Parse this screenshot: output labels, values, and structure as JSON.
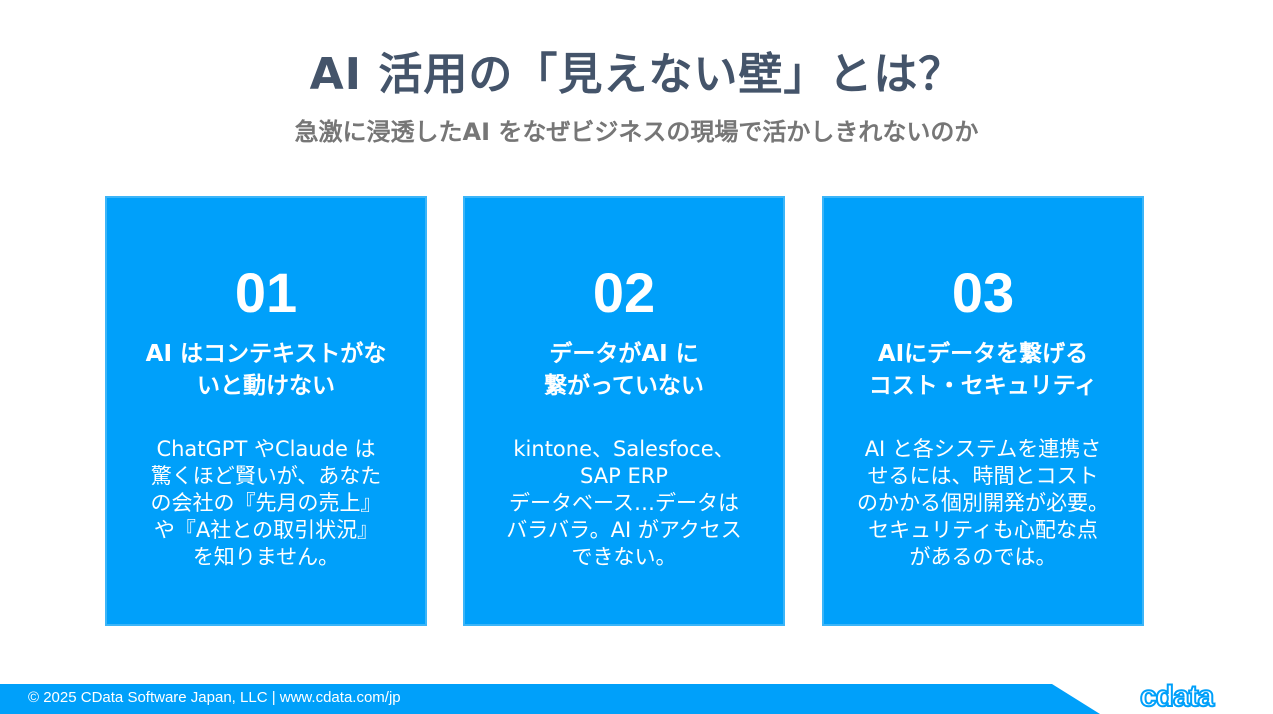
{
  "title": "AI 活用の「見えない壁」とは？",
  "subtitle": "急激に浸透したAI をなぜビジネスの現場で活かしきれないのか",
  "cards": [
    {
      "number": "01",
      "heading": [
        "AI はコンテキストがな",
        "いと動けない"
      ],
      "body": [
        "ChatGPT やClaude は",
        "驚くほど賢いが、あなた",
        "の会社の『先月の売上』",
        "や『A社との取引状況』",
        "を知りません。"
      ]
    },
    {
      "number": "02",
      "heading": [
        "データがAI に",
        "繋がっていない"
      ],
      "body": [
        "kintone、Salesfoce、",
        "SAP ERP",
        "データベース…データは",
        "バラバラ。AI がアクセス",
        "できない。"
      ]
    },
    {
      "number": "03",
      "heading": [
        "AIにデータを繋げる",
        "コスト・セキュリティ"
      ],
      "body": [
        "AI と各システムを連携さ",
        "せるには、時間とコスト",
        "のかかる個別開発が必要。",
        "セキュリティも心配な点",
        "があるのでは。"
      ]
    }
  ],
  "footer": {
    "text": "© 2025 CData Software Japan, LLC |  www.cdata.com/jp"
  },
  "logo": "cdata",
  "colors": {
    "accent": "#00a0fa",
    "title": "#44546a",
    "subtitle": "#767676"
  }
}
